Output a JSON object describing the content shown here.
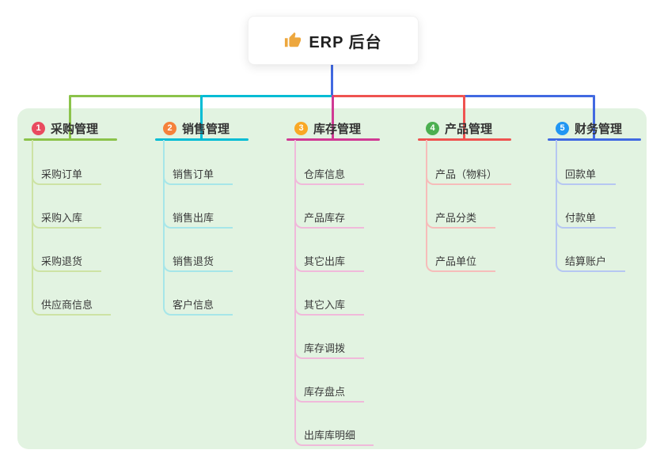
{
  "root": {
    "title": "ERP 后台",
    "icon": "thumbs-up-icon",
    "icon_color": "#eda73e"
  },
  "canvas": {
    "bg": "#e2f3e1"
  },
  "connector": {
    "root_color": "#4169e1"
  },
  "branches": [
    {
      "badge": "1",
      "badge_color": "#e94b5f",
      "label": "采购管理",
      "color": "#8bc34a",
      "light_color": "#cde3a4",
      "children": [
        "采购订单",
        "采购入库",
        "采购退货",
        "供应商信息"
      ]
    },
    {
      "badge": "2",
      "badge_color": "#f5813b",
      "label": "销售管理",
      "color": "#00bcd4",
      "light_color": "#a6e6e9",
      "children": [
        "销售订单",
        "销售出库",
        "销售退货",
        "客户信息"
      ]
    },
    {
      "badge": "3",
      "badge_color": "#f9a825",
      "label": "库存管理",
      "color": "#d03a94",
      "light_color": "#f0b9da",
      "children": [
        "仓库信息",
        "产品库存",
        "其它出库",
        "其它入库",
        "库存调拨",
        "库存盘点",
        "出库库明细"
      ]
    },
    {
      "badge": "4",
      "badge_color": "#4caf50",
      "label": "产品管理",
      "color": "#ef5350",
      "light_color": "#f6bcba",
      "children": [
        "产品（物料）",
        "产品分类",
        "产品单位"
      ]
    },
    {
      "badge": "5",
      "badge_color": "#2196f3",
      "label": "财务管理",
      "color": "#4169e1",
      "light_color": "#b6c7f2",
      "children": [
        "回款单",
        "付款单",
        "结算账户"
      ]
    }
  ]
}
